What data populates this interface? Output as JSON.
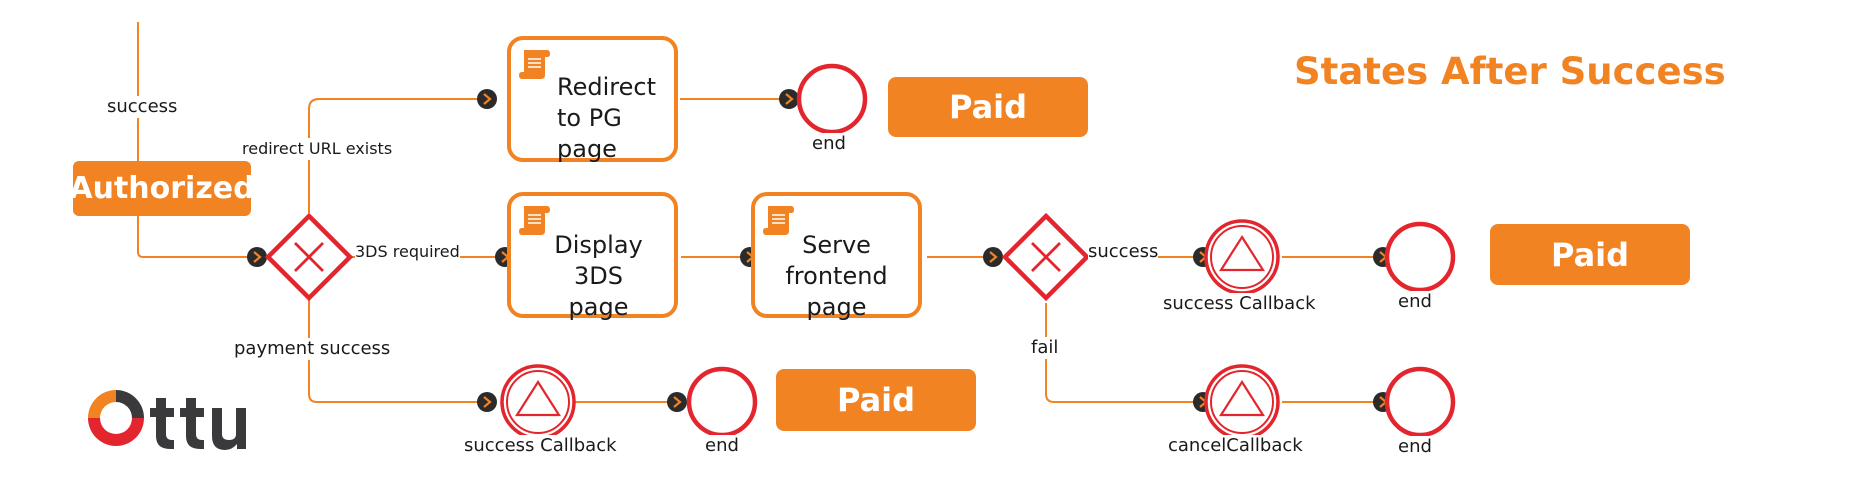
{
  "diagram": {
    "title": "States After Success",
    "authorized_label": "Authorized",
    "paid_label": "Paid",
    "paid_label_2": "Paid",
    "paid_label_3": "Paid",
    "edge_labels": {
      "success_top": "success",
      "redirect_url_exists": "redirect URL exists",
      "threeds_required": "3DS required",
      "payment_success": "payment success",
      "success_right": "success",
      "fail": "fail"
    },
    "tasks": {
      "redirect": "Redirect\nto PG page",
      "display": "Display\n3DS page",
      "serve": "Serve\nfrontend page"
    },
    "events": {
      "end_1": "end",
      "end_2": "end",
      "end_3": "end",
      "end_4": "end",
      "success_callback_1": "success Callback",
      "success_callback_2": "success Callback",
      "cancel_callback": "cancelCallback"
    },
    "logo_text": "Ottu",
    "colors": {
      "accent": "#f28322",
      "event_red": "#e3262e",
      "arrow_dark": "#2b2b2b",
      "logo_dark": "#3a3a3c"
    },
    "icons": [
      "scroll-icon",
      "triangle-icon",
      "x-gateway-icon",
      "chevron-right-icon"
    ]
  }
}
